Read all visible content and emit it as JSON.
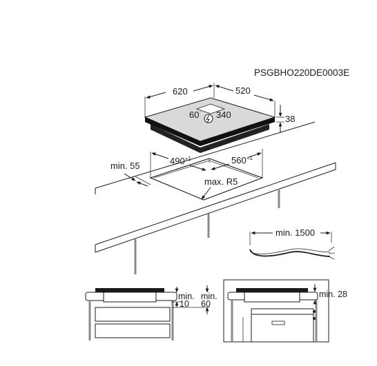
{
  "product_code": "PSGBHO220DE0003E",
  "hob": {
    "width": "620",
    "depth": "520",
    "height": "38",
    "terminal_offset": "60",
    "terminal_depth": "340"
  },
  "cutout": {
    "width_value": "490",
    "width_tol": "+1",
    "depth_value": "560",
    "depth_tol": "+1",
    "min_rear": "min. 55",
    "radius": "max. R5"
  },
  "cable": {
    "min_length": "min. 1500"
  },
  "detail_left": {
    "clear_a_top": "min.",
    "clear_a_val": "10",
    "clear_b_top": "min.",
    "clear_b_val": "60"
  },
  "detail_right": {
    "clear": "min. 28"
  },
  "icons": [
    "power-connection-icon"
  ],
  "colors": {
    "line": "#1a1a1a",
    "hob_top": "#d9d9d9",
    "cable": "#8a8a8a"
  }
}
